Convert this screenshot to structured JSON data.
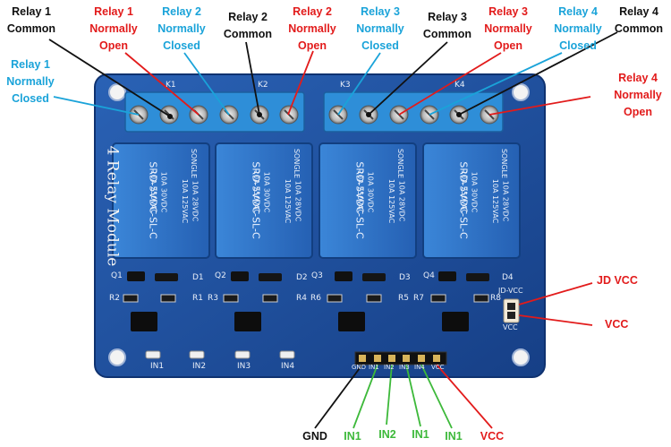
{
  "labels": {
    "relay1_common": [
      "Relay 1",
      "Common"
    ],
    "relay1_no": [
      "Relay 1",
      "Normally",
      "Open"
    ],
    "relay2_nc": [
      "Relay 2",
      "Normally",
      "Closed"
    ],
    "relay2_common": [
      "Relay 2",
      "Common"
    ],
    "relay2_no": [
      "Relay 2",
      "Normally",
      "Open"
    ],
    "relay3_nc": [
      "Relay 3",
      "Normally",
      "Closed"
    ],
    "relay3_common": [
      "Relay 3",
      "Common"
    ],
    "relay3_no": [
      "Relay 3",
      "Normally",
      "Open"
    ],
    "relay4_nc": [
      "Relay 4",
      "Normally",
      "Closed"
    ],
    "relay4_common": [
      "Relay 4",
      "Common"
    ],
    "relay1_nc": [
      "Relay 1",
      "Normally",
      "Closed"
    ],
    "relay4_no": [
      "Relay 4",
      "Normally",
      "Open"
    ],
    "jd_vcc": "JD VCC",
    "vcc_right": "VCC",
    "gnd": "GND",
    "in1_a": "IN1",
    "in2": "IN2",
    "in1_b": "IN1",
    "in1_c": "IN1",
    "vcc_bottom": "VCC"
  },
  "board": {
    "title": "4 Relay Module",
    "terminal_labels": [
      "K1",
      "K2",
      "K3",
      "K4"
    ],
    "relay_text": [
      "SRD-5VDC-SL-C",
      "10A 250VAC",
      "10A 30VDC",
      "10A 125VAC",
      "10A 28VDC",
      "SONGLE"
    ],
    "input_labels": [
      "IN1",
      "IN2",
      "IN3",
      "IN4"
    ],
    "header_pins": [
      "GND",
      "IN1",
      "IN2",
      "IN3",
      "IN4",
      "VCC"
    ],
    "jumper_labels": [
      "JD-VCC",
      "VCC"
    ],
    "component_labels": [
      "Q1",
      "D1",
      "R2",
      "R1",
      "Q2",
      "D2",
      "R3",
      "R4",
      "Q3",
      "D3",
      "R6",
      "R5",
      "Q4",
      "D4",
      "R7",
      "R8"
    ]
  },
  "colors": {
    "board": "#1f4f9e",
    "relay": "#2f74c8",
    "terminal": "#2e8ed8",
    "black_label": "#111111",
    "red_label": "#e21b1b",
    "blue_label": "#1aa3d9",
    "green_label": "#3db93a"
  }
}
